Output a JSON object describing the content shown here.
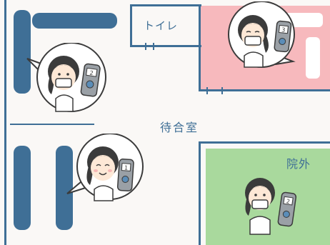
{
  "labels": {
    "toilet": "トイレ",
    "waiting_room": "待合室",
    "outside": "院外"
  },
  "pagers": {
    "top_left": "2",
    "top_right": "3",
    "middle": "1",
    "outside": "2"
  },
  "colors": {
    "wall": "#3f6f96",
    "floor": "#faf8f6",
    "room_red": "#f7b9bd",
    "room_green": "#a9d99d",
    "hair": "#3b3b3b",
    "skin": "#fde8d6",
    "pager_body": "#9aa0a6",
    "pager_screen": "#ffffff",
    "pager_button": "#5b8db8"
  }
}
